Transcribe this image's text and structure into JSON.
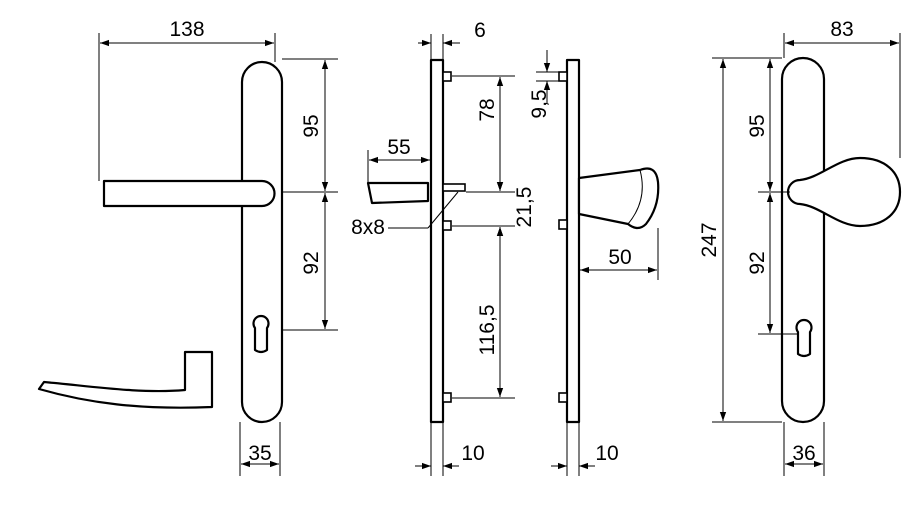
{
  "drawing": {
    "left_view": {
      "width": "138",
      "upper_height": "95",
      "lower_height": "92",
      "plate_width": "35"
    },
    "side_view_lever": {
      "offset_top": "6",
      "lever_length": "55",
      "spindle": "8x8",
      "upper": "78",
      "spindle_gap": "21,5",
      "lower": "116,5",
      "plate_thickness": "10"
    },
    "side_view_knob": {
      "pin_offset": "9,5",
      "knob_length": "50",
      "plate_thickness": "10"
    },
    "right_view": {
      "width": "83",
      "total_height": "247",
      "upper_height": "95",
      "lower_height": "92",
      "plate_width": "36"
    }
  }
}
